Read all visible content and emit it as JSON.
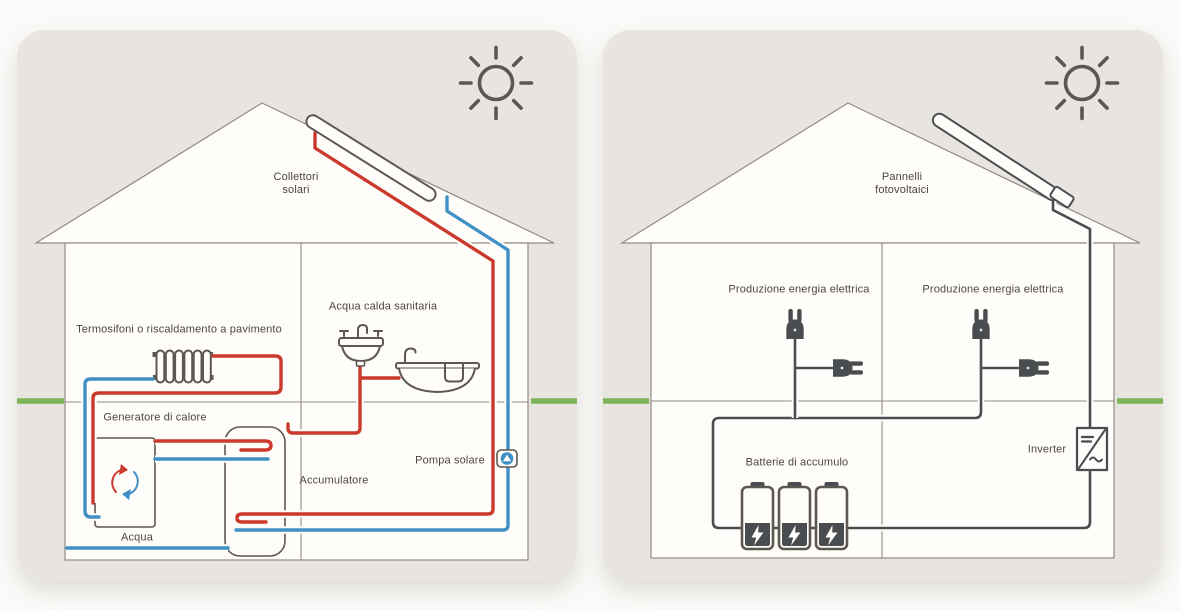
{
  "colors": {
    "page_bg": "#fbfaf8",
    "panel_bg": "#e8e4df",
    "house_fill": "#fffdfa",
    "outline": "#918b83",
    "icon": "#5d5751",
    "text": "#4c4640",
    "red": "#cb392c",
    "blue": "#3f90c6",
    "green": "#7cb557",
    "dark": "#4a4d50"
  },
  "left_panel": {
    "theme": "solar-thermal",
    "labels": {
      "collettori_solari": "Collettori\nsolari",
      "termosifoni": "Termosifoni o riscaldamento a pavimento",
      "acqua_calda": "Acqua calda sanitaria",
      "generatore": "Generatore di calore",
      "accumulatore": "Accumulatore",
      "pompa_solare": "Pompa solare",
      "acqua": "Acqua"
    },
    "icons": [
      "sun-icon",
      "solar-collector",
      "radiator-icon",
      "sink-icon",
      "bathtub-icon",
      "boiler-icon",
      "storage-tank-icon",
      "pump-icon"
    ]
  },
  "right_panel": {
    "theme": "photovoltaic",
    "labels": {
      "pannelli": "Pannelli\nfotovoltaici",
      "produzione_1": "Produzione energia elettrica",
      "produzione_2": "Produzione energia elettrica",
      "batterie": "Batterie di accumulo",
      "inverter": "Inverter"
    },
    "icons": [
      "sun-icon",
      "pv-panel",
      "plug-icon",
      "battery-icon",
      "inverter-icon"
    ]
  }
}
